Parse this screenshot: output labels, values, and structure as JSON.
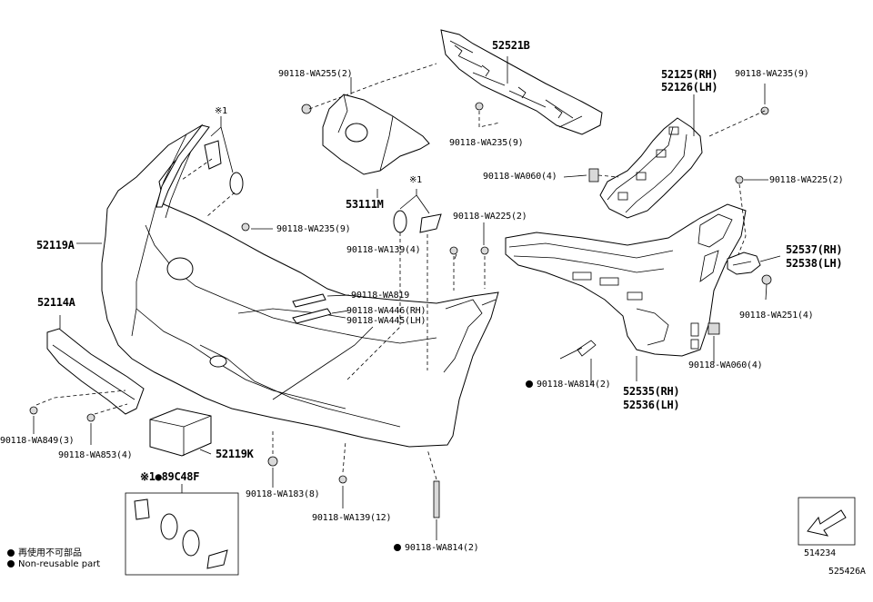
{
  "diagram_id": "525426A",
  "parts": {
    "p52521B": "52521B",
    "p90118_WA255": "90118-WA255(2)",
    "p52125": "52125(RH)",
    "p52126": "52126(LH)",
    "p90118_WA235_9_right": "90118-WA235(9)",
    "p90118_WA235_9_center": "90118-WA235(9)",
    "p90118_WA060_4_top": "90118-WA060(4)",
    "p90118_WA225_2_right": "90118-WA225(2)",
    "mark1_a": "※1",
    "mark1_b": "※1",
    "p53111M": "53111M",
    "p90118_WA225_2_center": "90118-WA225(2)",
    "p90118_WA235_9_left": "90118-WA235(9)",
    "p52119A": "52119A",
    "p90118_WA139_4": "90118-WA139(4)",
    "p52537": "52537(RH)",
    "p52538": "52538(LH)",
    "p90118_WA819": "90118-WA819",
    "p90118_WA446": "90118-WA446(RH)",
    "p90118_WA445": "90118-WA445(LH)",
    "p52114A": "52114A",
    "p90118_WA251_4": "90118-WA251(4)",
    "p90118_WA060_4_bottom": "90118-WA060(4)",
    "p90118_WA814_2_right": "90118-WA814(2)",
    "p52535": "52535(RH)",
    "p52536": "52536(LH)",
    "p90118_WA849_3": "90118-WA849(3)",
    "p90118_WA853_4": "90118-WA853(4)",
    "p52119K": "52119K",
    "p90118_WA183_8": "90118-WA183(8)",
    "kit": "※1●89C48F",
    "p90118_WA139_12": "90118-WA139(12)",
    "p90118_WA814_2_bottom": "90118-WA814(2)",
    "p514234": "514234"
  },
  "legend": {
    "jp": "再使用不可部品",
    "en": "Non-reusable part"
  },
  "colors": {
    "line": "#000000",
    "shade": "#d9d9d9",
    "background": "#ffffff"
  }
}
